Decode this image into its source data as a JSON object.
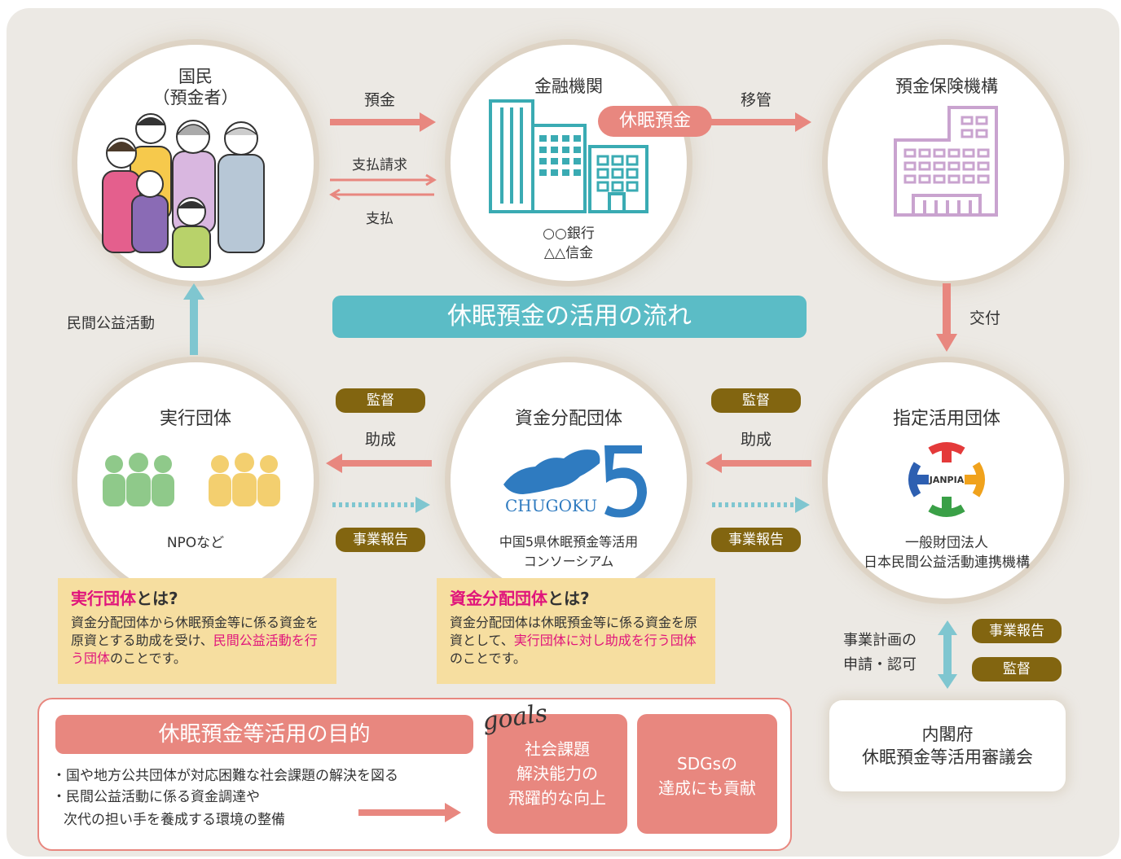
{
  "title": "休眠預金の活用の流れ",
  "citizens": {
    "line1": "国民",
    "line2": "（預金者）"
  },
  "bank": {
    "title": "金融機関",
    "name1": "○○銀行",
    "name2": "△△信金",
    "badge": "休眠預金"
  },
  "dic": {
    "title": "預金保険機構"
  },
  "flows": {
    "deposit": "預金",
    "claim": "支払請求",
    "payment": "支払",
    "transfer": "移管",
    "grant": "交付",
    "civic": "民間公益活動",
    "subsidy_left": "助成",
    "subsidy_right": "助成",
    "supervise": "監督",
    "report": "事業報告",
    "plan_line1": "事業計画の",
    "plan_line2": "申請・認可"
  },
  "executor": {
    "title": "実行団体",
    "sub": "NPOなど"
  },
  "distributor": {
    "title": "資金分配団体",
    "logo_text": "CHUGOKU",
    "logo_num": "5",
    "sub1": "中国5県休眠預金等活用",
    "sub2": "コンソーシアム"
  },
  "designated": {
    "title": "指定活用団体",
    "logo_text": "JANPIA",
    "sub1": "一般財団法人",
    "sub2": "日本民間公益活動連携機構"
  },
  "cabinet": {
    "line1": "内閣府",
    "line2": "休眠預金等活用審議会"
  },
  "note_executor": {
    "title_hl": "実行団体",
    "title_rest": "とは?",
    "body1": "資金分配団体から休眠預金等に係る資金を原資とする助成を受け、",
    "body_hl": "民間公益活動を行う団体",
    "body2": "のことです。"
  },
  "note_distributor": {
    "title_hl": "資金分配団体",
    "title_rest": "とは?",
    "body1": "資金分配団体は休眠預金等に係る資金を原資として、",
    "body_hl": "実行団体に対し助成を行う団体",
    "body2": "のことです。"
  },
  "purpose": {
    "title": "休眠預金等活用の目的",
    "bullet1": "・国や地方公共団体が対応困難な社会課題の解決を図る",
    "bullet2": "・民間公益活動に係る資金調達や",
    "bullet3": "次代の担い手を養成する環境の整備",
    "goals_word": "goals",
    "goal1": [
      "社会課題",
      "解決能力の",
      "飛躍的な向上"
    ],
    "goal2": [
      "SDGsの",
      "達成にも貢献"
    ]
  },
  "colors": {
    "arrow_red": "#e8877f",
    "arrow_teal": "#7fc6d0",
    "pill_brown": "#826510",
    "note_yellow": "#f6dea0",
    "banner_teal": "#5bbcc6",
    "accent_pink": "#e0157b",
    "building_teal": "#3aabb3",
    "building_purple": "#c9a3cf"
  }
}
